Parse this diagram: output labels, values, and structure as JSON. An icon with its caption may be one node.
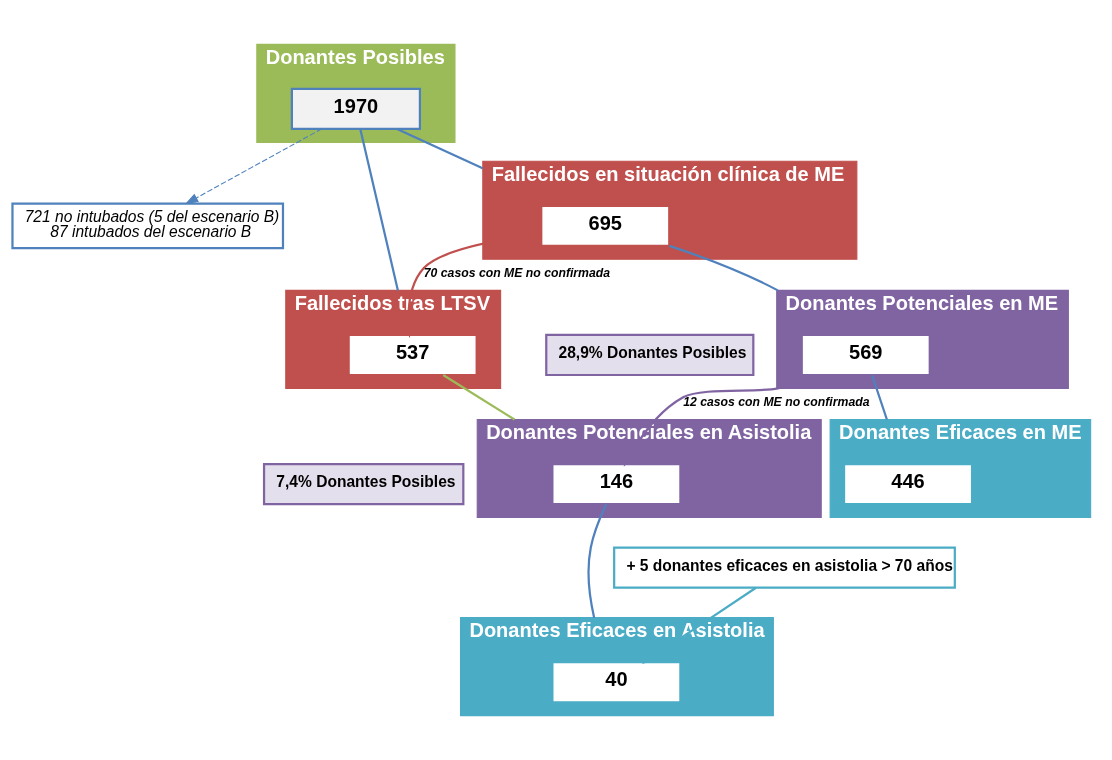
{
  "diagram": {
    "nodes": [
      {
        "text": [
          "Donantes Posibles"
        ]
      },
      {
        "text": [
          "1970"
        ],
        "in": 0
      },
      {
        "text": [
          "721 no intubados (5 del escenario B)",
          "87 intubados del escenario B"
        ]
      },
      {
        "text": [
          "Fallecidos en situación clínica de ME"
        ]
      },
      {
        "text": [
          "695"
        ],
        "in": 3
      },
      {
        "text": [
          "Fallecidos tras LTSV"
        ]
      },
      {
        "text": [
          "537"
        ],
        "in": 5
      },
      {
        "text": [
          "28,9% Donantes Posibles"
        ]
      },
      {
        "text": [
          "Donantes Potenciales en ME"
        ]
      },
      {
        "text": [
          "569"
        ],
        "in": 8
      },
      {
        "text": [
          "Donantes Potenciales en Asistolia"
        ]
      },
      {
        "text": [
          "146"
        ],
        "in": 10
      },
      {
        "text": [
          "7,4% Donantes Posibles"
        ]
      },
      {
        "text": [
          "+ 5 donantes eficaces en asistolia > 70 años"
        ]
      },
      {
        "text": [
          "Donantes Eficaces en ME"
        ]
      },
      {
        "text": [
          "446"
        ],
        "in": 14
      },
      {
        "text": [
          "Donantes Eficaces en Asistolia"
        ]
      },
      {
        "text": [
          "40"
        ],
        "in": 16
      }
    ],
    "edges": [
      {
        "from": 1,
        "to": 3,
        "arrow": "none"
      },
      {
        "from": 1,
        "to": 5,
        "arrow": "none"
      },
      {
        "from": 1,
        "to": 2,
        "arrow": "to",
        "style": "dashed"
      },
      {
        "from": 4,
        "to": 6,
        "arrow": "to",
        "label": "70 casos con ME no confirmada",
        "color": "#c0504d"
      },
      {
        "from": 4,
        "to": 8,
        "arrow": "none"
      },
      {
        "from": 6,
        "to": 10,
        "arrow": "none",
        "color": "#9bbb59"
      },
      {
        "from": 9,
        "to": 11,
        "arrow": "to",
        "label": "12 casos con ME no confirmada",
        "color": "#8064a2"
      },
      {
        "from": 9,
        "to": 14,
        "arrow": "none"
      },
      {
        "from": 11,
        "to": 16,
        "arrow": "none"
      },
      {
        "from": 13,
        "to": 17,
        "arrow": "to",
        "color": "#4bacc6"
      }
    ]
  }
}
